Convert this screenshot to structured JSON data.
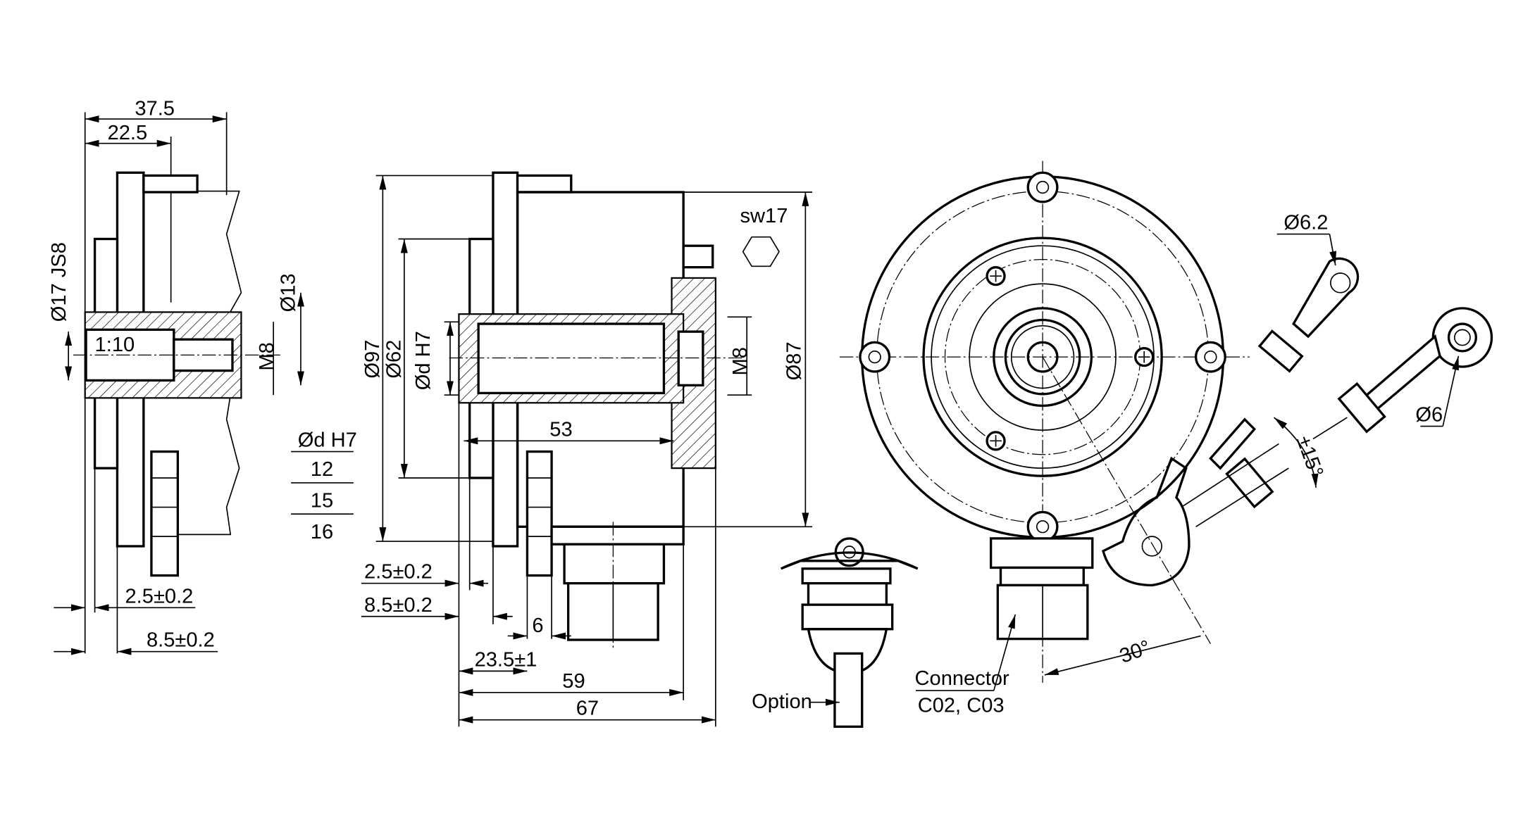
{
  "side_view": {
    "dim_overall": "37.5",
    "dim_pin": "22.5",
    "dim_bore": "Ø17 JS8",
    "taper": "1:10",
    "dim_shaft": "Ø13",
    "thread": "M8",
    "dim_flange1": "2.5±0.2",
    "dim_flange2": "8.5±0.2"
  },
  "bore_table": {
    "header": "Ød H7",
    "values": [
      "12",
      "15",
      "16"
    ]
  },
  "section_view": {
    "dim_housing": "Ø97",
    "dim_hub": "Ø62",
    "dim_bore": "Ød H7",
    "thread": "M8",
    "dim_body": "Ø87",
    "wrench": "sw17",
    "dim_shaft_len": "53",
    "dim_flange1": "2.5±0.2",
    "dim_flange2": "8.5±0.2",
    "dim_clamp": "6",
    "dim_hub_len": "23.5±1",
    "dim_59": "59",
    "dim_67": "67"
  },
  "option_view": {
    "label": "Option"
  },
  "front_view": {
    "connector_label": "Connector",
    "connector_types": "C02, C03",
    "angle": "30°",
    "tolerance_angle": "±15°",
    "lug_small": "Ø6.2",
    "lug_large": "Ø6"
  }
}
